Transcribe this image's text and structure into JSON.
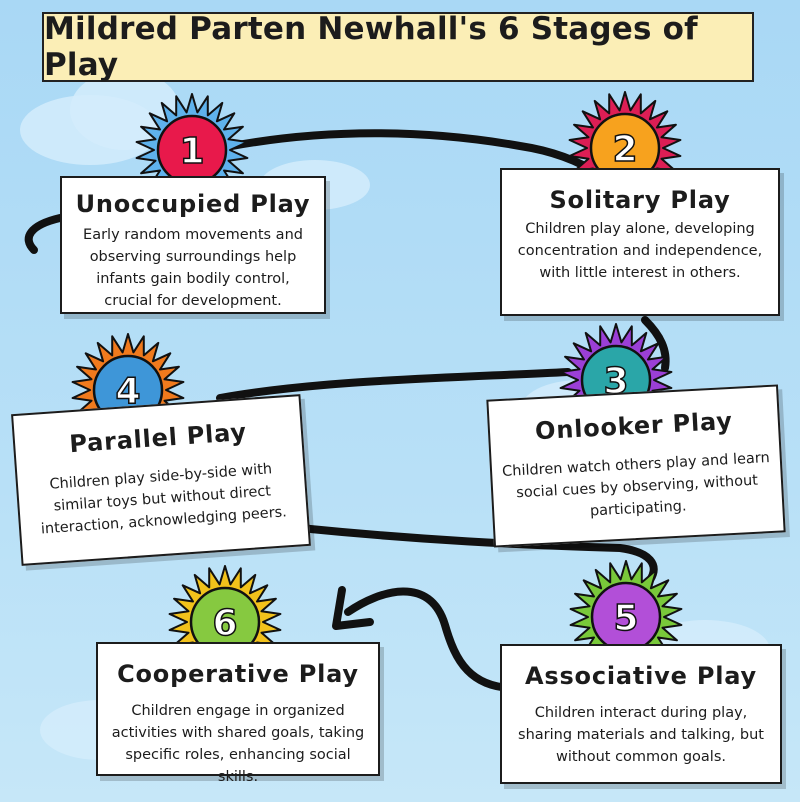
{
  "title": "Mildred Parten Newhall's 6 Stages of Play",
  "colors": {
    "banner": "#fbeeb6",
    "sky": "#b8e0f7"
  },
  "stages": [
    {
      "number": "1",
      "heading": "Unoccupied Play",
      "description": "Early random movements and observing surroundings help infants gain bodily control, crucial for development.",
      "badge_color": "#e8194b",
      "burst_color": "#5fb2ec"
    },
    {
      "number": "2",
      "heading": "Solitary Play",
      "description": "Children play alone, developing concentration and independence, with little interest in others.",
      "badge_color": "#f7a21e",
      "burst_color": "#dc1e55"
    },
    {
      "number": "3",
      "heading": "Onlooker Play",
      "description": "Children watch others play and learn social cues by observing, without participating.",
      "badge_color": "#2aa6a8",
      "burst_color": "#9b3fd6"
    },
    {
      "number": "4",
      "heading": "Parallel Play",
      "description": "Children play side-by-side with similar toys but without direct interaction, acknowledging peers.",
      "badge_color": "#3e96d8",
      "burst_color": "#f07a1d"
    },
    {
      "number": "5",
      "heading": "Associative Play",
      "description": "Children interact during play, sharing materials and talking, but without common goals.",
      "badge_color": "#b24fd8",
      "burst_color": "#79c93a"
    },
    {
      "number": "6",
      "heading": "Cooperative Play",
      "description": "Children engage in organized activities with shared goals, taking specific roles, enhancing social skills.",
      "badge_color": "#86c940",
      "burst_color": "#f2c21b"
    }
  ]
}
